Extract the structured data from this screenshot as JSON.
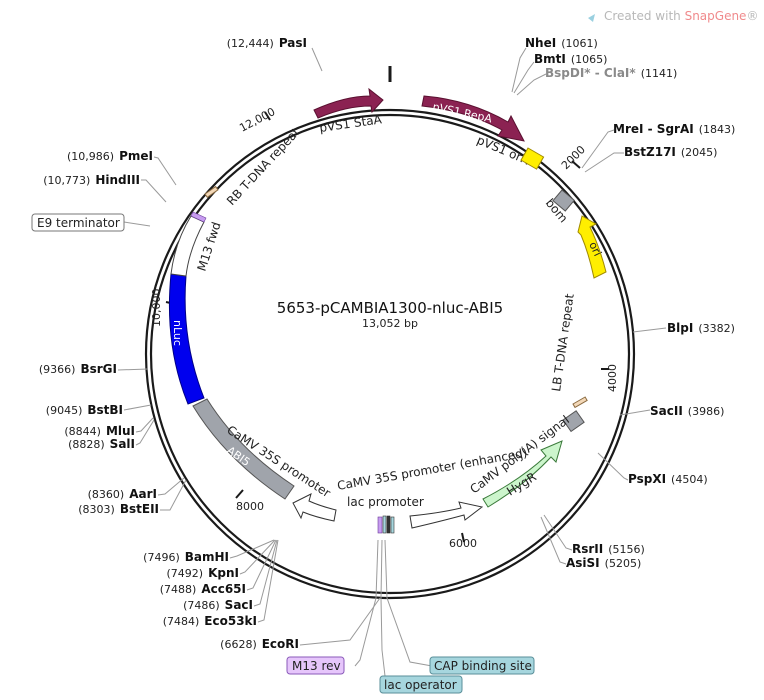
{
  "watermark": {
    "prefix": "Created with ",
    "brand": "SnapGene",
    "suffix": "®"
  },
  "plasmid": {
    "name": "5653-pCAMBIA1300-nluc-ABI5",
    "size": "13,052 bp"
  },
  "ticks": [
    "2000",
    "4000",
    "6000",
    "8000",
    "10,000",
    "12,000"
  ],
  "sites": [
    {
      "pos": "(12,444)",
      "name": "PasI"
    },
    {
      "pos": "(1061)",
      "name": "NheI"
    },
    {
      "pos": "(1065)",
      "name": "BmtI"
    },
    {
      "pos": "(1141)",
      "name": "BspDI* - ClaI*",
      "grey": true
    },
    {
      "pos": "(1843)",
      "name": "MreI - SgrAI"
    },
    {
      "pos": "(2045)",
      "name": "BstZ17I"
    },
    {
      "pos": "(3382)",
      "name": "BlpI"
    },
    {
      "pos": "(3986)",
      "name": "SacII"
    },
    {
      "pos": "(4504)",
      "name": "PspXI"
    },
    {
      "pos": "(5156)",
      "name": "RsrII"
    },
    {
      "pos": "(5205)",
      "name": "AsiSI"
    },
    {
      "pos": "(6628)",
      "name": "EcoRI"
    },
    {
      "pos": "(7484)",
      "name": "Eco53kI"
    },
    {
      "pos": "(7486)",
      "name": "SacI"
    },
    {
      "pos": "(7488)",
      "name": "Acc65I"
    },
    {
      "pos": "(7492)",
      "name": "KpnI"
    },
    {
      "pos": "(7496)",
      "name": "BamHI"
    },
    {
      "pos": "(8303)",
      "name": "BstEII"
    },
    {
      "pos": "(8360)",
      "name": "AarI"
    },
    {
      "pos": "(8828)",
      "name": "SalI"
    },
    {
      "pos": "(8844)",
      "name": "MluI"
    },
    {
      "pos": "(9045)",
      "name": "BstBI"
    },
    {
      "pos": "(9366)",
      "name": "BsrGI"
    },
    {
      "pos": "(10,773)",
      "name": "HindIII"
    },
    {
      "pos": "(10,986)",
      "name": "PmeI"
    }
  ],
  "features": {
    "pvs1_staa": "pVS1 StaA",
    "pvs1_repa": "pVS1 RepA",
    "pvs1_oriv": "pVS1 oriV",
    "bom": "bom",
    "ori": "ori",
    "lb": "LB T-DNA repeat",
    "hygr": "HygR",
    "polya": "CaMV poly(A) signal",
    "p35s_enh": "CaMV 35S promoter (enhanced)",
    "lac_promoter": "lac promoter",
    "p35s": "CaMV 35S promoter",
    "abi5": "ABI5",
    "nluc": "nLuc",
    "m13fwd": "M13 fwd",
    "rb": "RB T-DNA repeat"
  },
  "boxed": {
    "e9": "E9 terminator",
    "m13rev": "M13 rev",
    "cap": "CAP binding site",
    "lacop": "lac operator"
  },
  "colors": {
    "backbone": "#1a1a1a",
    "pvs1": "#8b2252",
    "ori": "#ffee00",
    "oriv": "#ffee00",
    "bom": "#a0a4ab",
    "hygr": "#ccf5cc",
    "nluc": "#0000ee",
    "promoter": "#a0a4ab",
    "m13": "#c79cf0",
    "cap": "#a6d6de",
    "brand": "#e8474a"
  }
}
